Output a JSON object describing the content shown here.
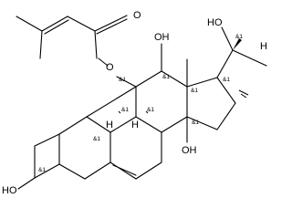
{
  "molecule": {
    "atom_labels": {
      "ester_oxygen_carbonyl": "O",
      "ester_oxygen_link": "O",
      "oh_c12": "OH",
      "oh_c20": "HO",
      "h_c17": "H",
      "oh_c3": "HO",
      "oh_c14": "OH",
      "h_c8": "H",
      "h_c9": "H"
    },
    "stereo_labels": {
      "c11": "&1",
      "c12": "&1",
      "c13": "&1",
      "c17": "&1",
      "c20": "&1",
      "c9": "&1",
      "c8": "&1",
      "c10": "&1",
      "c14": "&1",
      "c3": "&1"
    }
  }
}
